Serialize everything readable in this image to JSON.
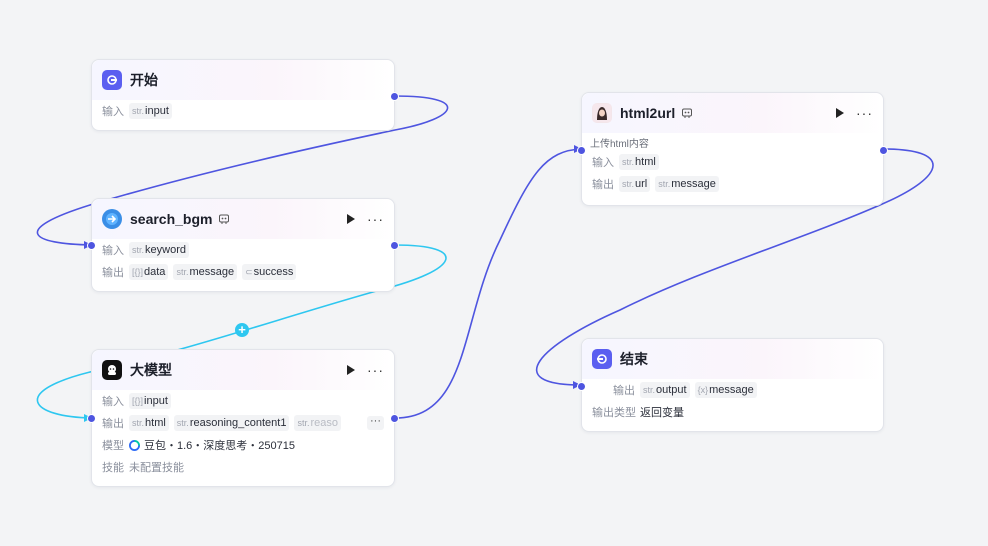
{
  "nodes": {
    "start": {
      "title": "开始",
      "input_label": "输入",
      "inputs": [
        {
          "type": "str.",
          "name": "input"
        }
      ]
    },
    "search_bgm": {
      "title": "search_bgm",
      "input_label": "输入",
      "output_label": "输出",
      "inputs": [
        {
          "type": "str.",
          "name": "keyword"
        }
      ],
      "outputs": [
        {
          "type": "[{}]",
          "name": "data"
        },
        {
          "type": "str.",
          "name": "message"
        },
        {
          "type": "⊂",
          "name": "success"
        }
      ]
    },
    "llm": {
      "title": "大模型",
      "input_label": "输入",
      "output_label": "输出",
      "model_label": "模型",
      "skill_label": "技能",
      "inputs": [
        {
          "type": "[{}]",
          "name": "input"
        }
      ],
      "outputs": [
        {
          "type": "str.",
          "name": "html"
        },
        {
          "type": "str.",
          "name": "reasoning_content1"
        },
        {
          "type": "str.",
          "name": "reaso"
        }
      ],
      "overflow": "···",
      "model_value": "豆包・1.6・深度思考・250715",
      "skill_value": "未配置技能"
    },
    "html2url": {
      "title": "html2url",
      "description": "上传html内容",
      "input_label": "输入",
      "output_label": "输出",
      "inputs": [
        {
          "type": "str.",
          "name": "html"
        }
      ],
      "outputs": [
        {
          "type": "str.",
          "name": "url"
        },
        {
          "type": "str.",
          "name": "message"
        }
      ]
    },
    "end": {
      "title": "结束",
      "output_label": "输出",
      "output_type_label": "输出类型",
      "outputs": [
        {
          "type": "str.",
          "name": "output"
        },
        {
          "type": "{x}",
          "name": "message"
        }
      ],
      "output_type_value": "返回变量"
    }
  },
  "icons": {
    "start": "start-icon",
    "end": "end-icon",
    "plugin": "plugin-icon",
    "llm": "llm-icon",
    "run": "play-icon",
    "more": "more-icon",
    "add": "plus-icon"
  },
  "colors": {
    "accent": "#4e55e0",
    "edge_active": "#2ec7f0",
    "canvas": "#f3f4f6"
  },
  "add_button": "+"
}
